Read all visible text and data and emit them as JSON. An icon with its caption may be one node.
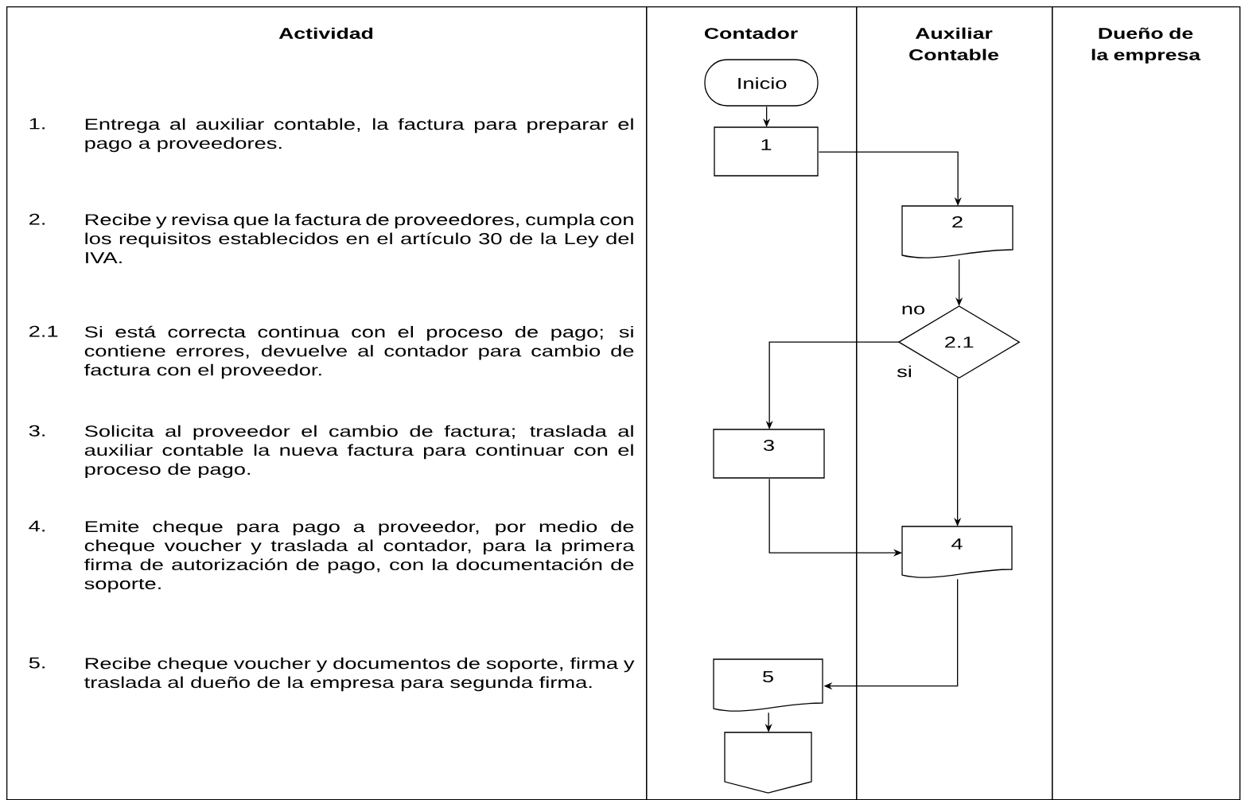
{
  "diagram": {
    "nodes": [
      {
        "text": [
          "Actividad"
        ]
      },
      {
        "text": [
          "Contador"
        ]
      },
      {
        "text": [
          "Auxiliar Contable"
        ]
      },
      {
        "text": [
          "Dueño de la empresa"
        ]
      },
      {
        "text": [
          "Inicio"
        ],
        "in": 1
      },
      {
        "text": [
          "1"
        ],
        "in": 1
      },
      {
        "text": [
          "2"
        ],
        "in": 2
      },
      {
        "text": [
          "2.1"
        ],
        "in": 2
      },
      {
        "text": [
          "3"
        ],
        "in": 1
      },
      {
        "text": [
          "4"
        ],
        "in": 2
      },
      {
        "text": [
          "5"
        ],
        "in": 1
      },
      {
        "text": [],
        "shape": "pentagon",
        "in": 1
      }
    ],
    "edges": [
      {
        "from": 4,
        "to": 5,
        "arrow": "to"
      },
      {
        "from": 5,
        "to": 6,
        "arrow": "to"
      },
      {
        "from": 6,
        "to": 7,
        "arrow": "to"
      },
      {
        "from": 7,
        "to": 8,
        "arrow": "to",
        "label": "no"
      },
      {
        "from": 7,
        "to": 9,
        "arrow": "to",
        "label": "si"
      },
      {
        "from": 8,
        "to": 9,
        "arrow": "to"
      },
      {
        "from": 9,
        "to": 10,
        "arrow": "to"
      },
      {
        "from": 10,
        "to": 11,
        "arrow": "to"
      }
    ],
    "labels": [
      "1.",
      "Entrega al auxiliar contable, la factura para preparar el pago a proveedores.",
      "2.",
      "Recibe y revisa que la factura de proveedores, cumpla con los requisitos establecidos en el artículo 30 de la Ley del IVA.",
      "2.1",
      "Si está correcta continua con el proceso de pago; si contiene errores, devuelve al contador para cambio de factura con el proveedor.",
      "3.",
      "Solicita al proveedor el cambio de factura; traslada al auxiliar contable la nueva factura para continuar con el proceso de pago.",
      "4.",
      "Emite cheque para pago a proveedor, por medio de cheque voucher y traslada al contador, para la primera firma de autorización de pago, con la documentación de soporte.",
      "5.",
      "Recibe cheque voucher y documentos de soporte, firma y traslada al dueño de la empresa para segunda firma."
    ]
  }
}
